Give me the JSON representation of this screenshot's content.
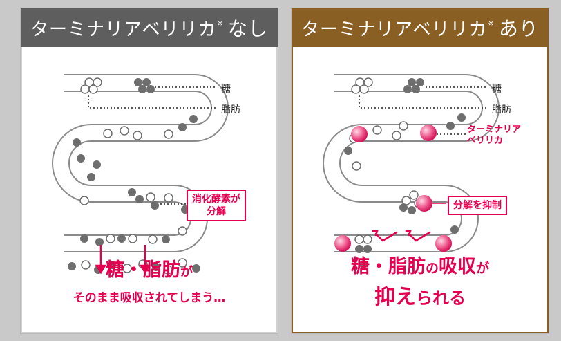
{
  "left_panel": {
    "header": {
      "title": "ターミナリアベリリカ",
      "mark": "※",
      "suffix": "なし"
    },
    "labels": {
      "sugar": "糖",
      "fat": "脂肪"
    },
    "callout": {
      "line1": "消化酵素が",
      "line2": "分解"
    },
    "result": {
      "line1_main": "糖・脂肪",
      "line1_tail": "が",
      "line2": "そのまま吸収されてしまう…"
    }
  },
  "right_panel": {
    "header": {
      "title": "ターミナリアベリリカ",
      "mark": "※",
      "suffix": "あり"
    },
    "labels": {
      "sugar": "糖",
      "fat": "脂肪",
      "agent_line1": "ターミナリア",
      "agent_line2": "ベリリカ"
    },
    "callout": {
      "text": "分解を抑制"
    },
    "result": {
      "line1_main": "糖・脂肪",
      "line1_tail1": "の",
      "line1_word": "吸収",
      "line1_tail2": "が",
      "line2_main": "抑え",
      "line2_tail": "られる"
    }
  },
  "colors": {
    "accent_pink": "#e5004f",
    "left_header": "#5e5e5e",
    "right_header": "#8a5f24",
    "dot_gray": "#6e6e6e"
  }
}
